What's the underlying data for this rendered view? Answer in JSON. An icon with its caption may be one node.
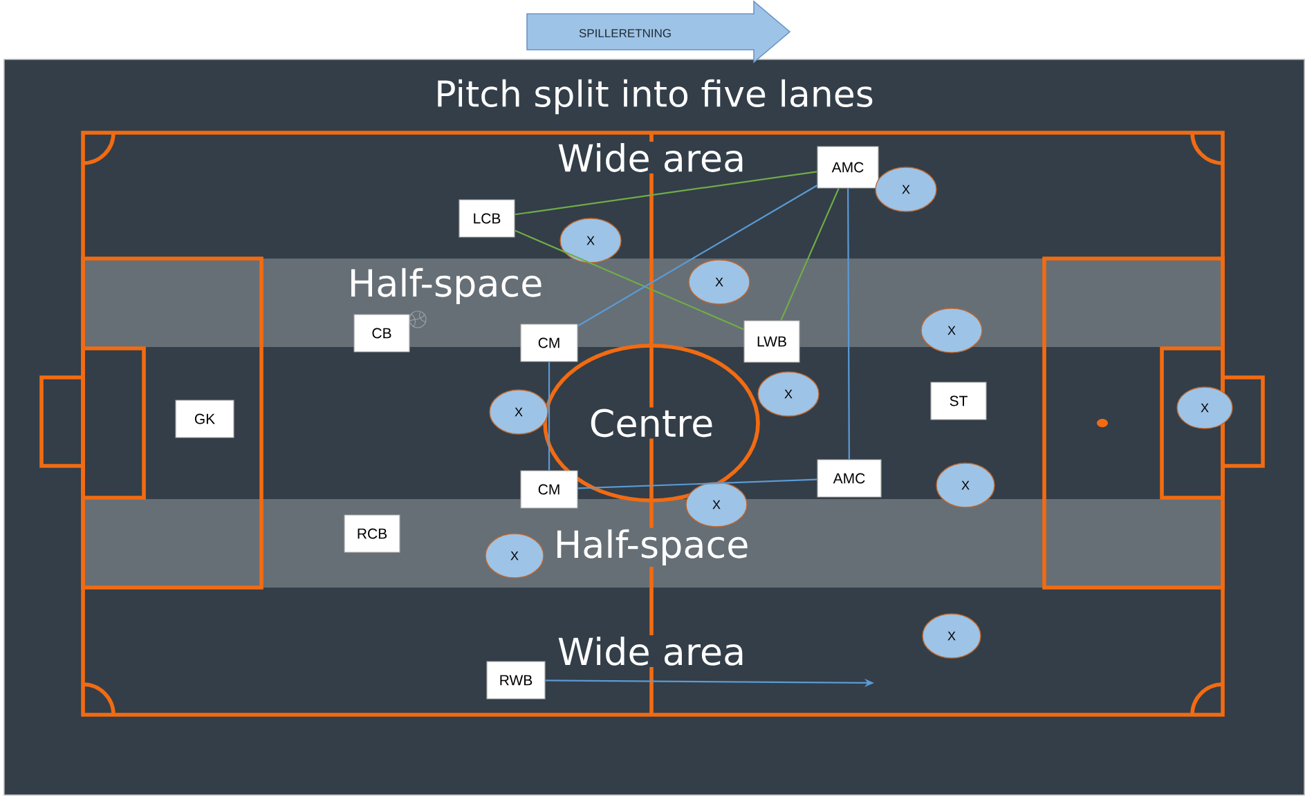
{
  "diagram": {
    "title": "Pitch split into five lanes",
    "nodes": [
      {
        "text": [
          "SPILLERETNING"
        ]
      },
      {
        "text": [
          "AMC"
        ]
      },
      {
        "text": [
          "X"
        ]
      },
      {
        "text": [
          "LCB"
        ]
      },
      {
        "text": [
          "X"
        ]
      },
      {
        "text": [
          "X"
        ]
      },
      {
        "text": [
          "CB"
        ]
      },
      {
        "text": [
          "CM"
        ]
      },
      {
        "text": [
          "LWB"
        ]
      },
      {
        "text": [
          "X"
        ]
      },
      {
        "text": [
          "X"
        ]
      },
      {
        "text": [
          "ST"
        ]
      },
      {
        "text": [
          "GK"
        ]
      },
      {
        "text": [
          "X"
        ]
      },
      {
        "text": [
          "X"
        ]
      },
      {
        "text": [
          "CM"
        ]
      },
      {
        "text": [
          "X"
        ]
      },
      {
        "text": [
          "AMC"
        ]
      },
      {
        "text": [
          "X"
        ]
      },
      {
        "text": [
          "RCB"
        ]
      },
      {
        "text": [
          "X"
        ]
      },
      {
        "text": [
          "X"
        ]
      },
      {
        "text": [
          "RWB"
        ]
      }
    ],
    "edges": [
      {
        "from": 3,
        "to": 1,
        "arrow": "none",
        "color": "#70ad47"
      },
      {
        "from": 3,
        "to": 8,
        "arrow": "none",
        "color": "#70ad47"
      },
      {
        "from": 1,
        "to": 8,
        "arrow": "none",
        "color": "#70ad47"
      },
      {
        "from": 7,
        "to": 1,
        "arrow": "none"
      },
      {
        "from": 1,
        "to": 17,
        "arrow": "none"
      },
      {
        "from": 7,
        "to": 15,
        "arrow": "none"
      },
      {
        "from": 15,
        "to": 17,
        "arrow": "none"
      },
      {
        "from": 22,
        "to": null,
        "arrow": "to"
      }
    ],
    "labels": [
      "Wide area",
      "Half-space",
      "Centre",
      "Half-space",
      "Wide area"
    ]
  }
}
